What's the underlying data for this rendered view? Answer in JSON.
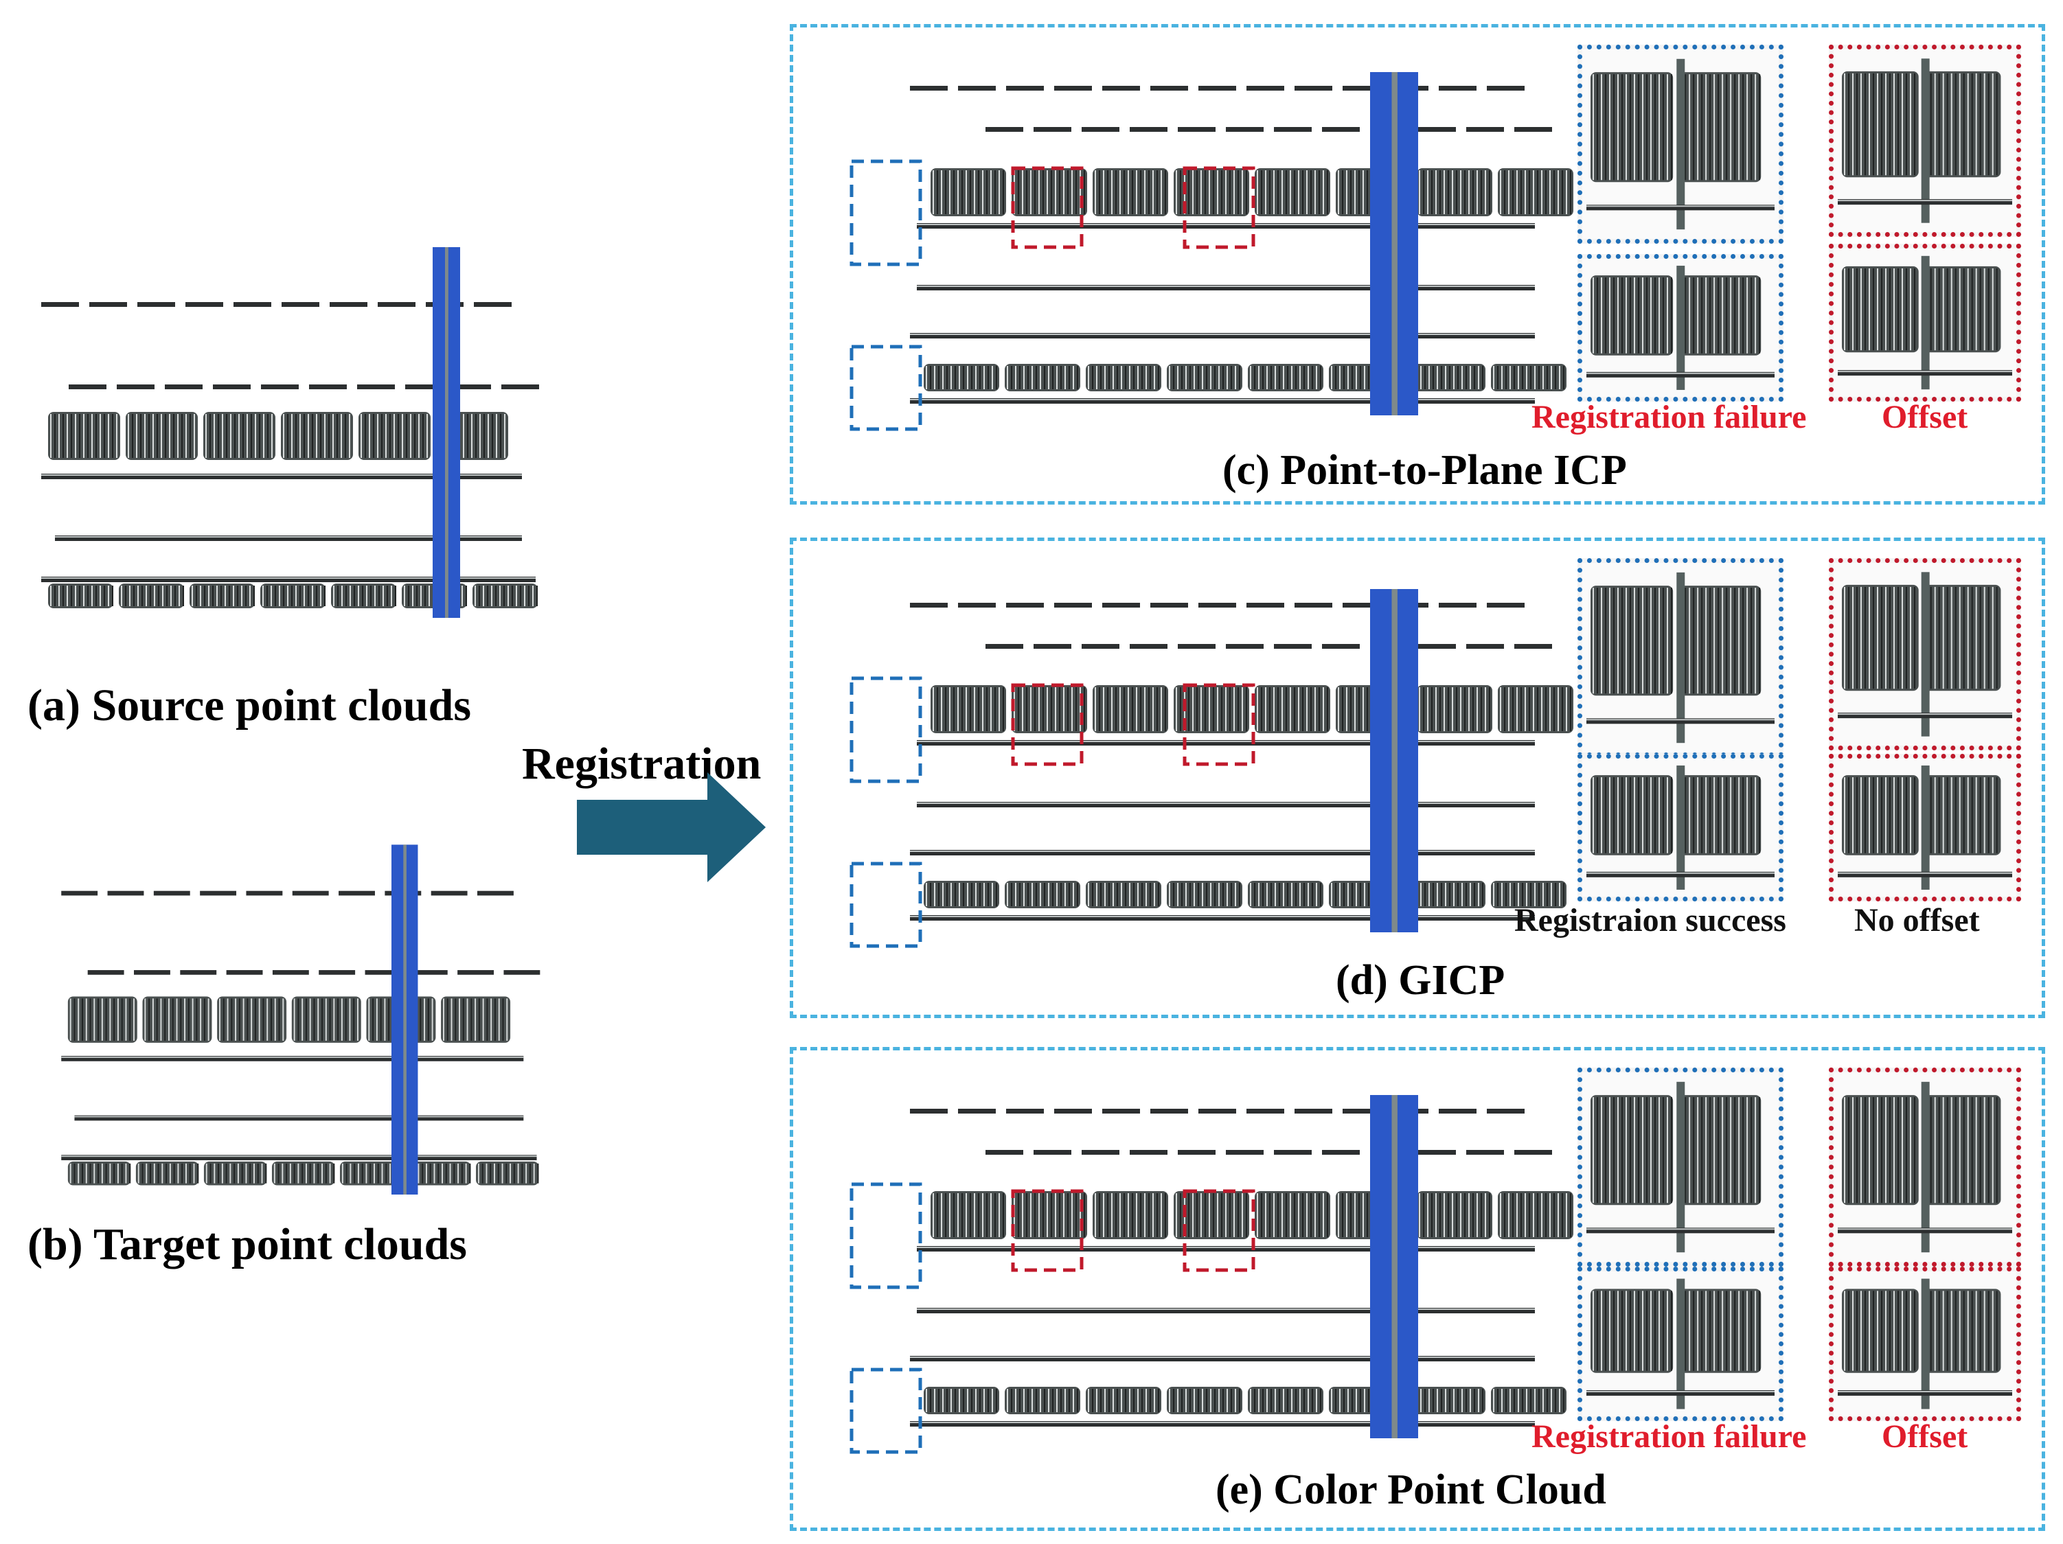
{
  "colors": {
    "panel_border": "#4ab3e0",
    "blue_highlight": "#1f6fb8",
    "red_highlight": "#c0192b",
    "arrow": "#1d5f7a",
    "failure_text": "#e01d2c",
    "steel_dark": "#2c2f30",
    "steel_light": "#bfc4c4",
    "column_blue": "#2b58c8"
  },
  "left": {
    "source_caption": "(a) Source point clouds",
    "target_caption": "(b) Target point clouds"
  },
  "arrow": {
    "label": "Registration",
    "icon": "right-arrow-icon"
  },
  "panels": [
    {
      "caption": "(c) Point-to-Plane ICP",
      "left_label": "Registration failure",
      "right_label": "Offset",
      "label_color": "red"
    },
    {
      "caption": "(d) GICP",
      "left_label": "Registraion success",
      "right_label": "No offset",
      "label_color": "black"
    },
    {
      "caption": "(e) Color Point Cloud",
      "left_label": "Registration failure",
      "right_label": "Offset",
      "label_color": "red"
    }
  ]
}
